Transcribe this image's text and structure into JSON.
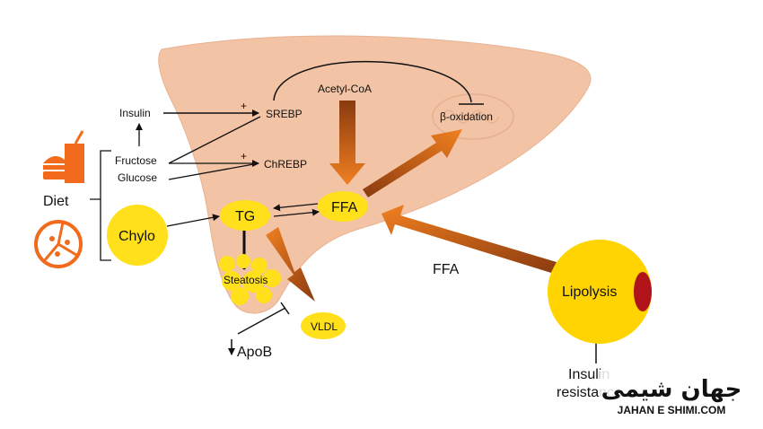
{
  "diagram": {
    "diet_label": "Diet",
    "insulin_label": "Insulin",
    "fructose_label": "Fructose",
    "glucose_label": "Glucose",
    "srebp_label": "SREBP",
    "chrebp_label": "ChREBP",
    "acetyl_coa_label": "Acetyl-CoA",
    "beta_oxidation_label": "β-oxidation",
    "ffa_label": "FFA",
    "ffa_flow_label": "FFA",
    "tg_label": "TG",
    "chylo_label": "Chylo",
    "steatosis_label": "Steatosis",
    "vldl_label": "VLDL",
    "apob_label": "ApoB",
    "lipolysis_label": "Lipolysis",
    "plus_sign": "+",
    "insulin_resistance_line1": "Insulin",
    "insulin_resistance_line2": "resistance"
  },
  "watermark": {
    "brand_arabic": "جهان شیمی",
    "brand_latin": "JAHAN E SHIMI.COM"
  },
  "colors": {
    "liver": "#f2c3a4",
    "yellow_node": "#ffe01a",
    "arrow_orange": "#f08020",
    "arrow_brown": "#8a3a10",
    "diet_icon": "#f26a1b",
    "adipocyte_nucleus": "#b0141a"
  }
}
